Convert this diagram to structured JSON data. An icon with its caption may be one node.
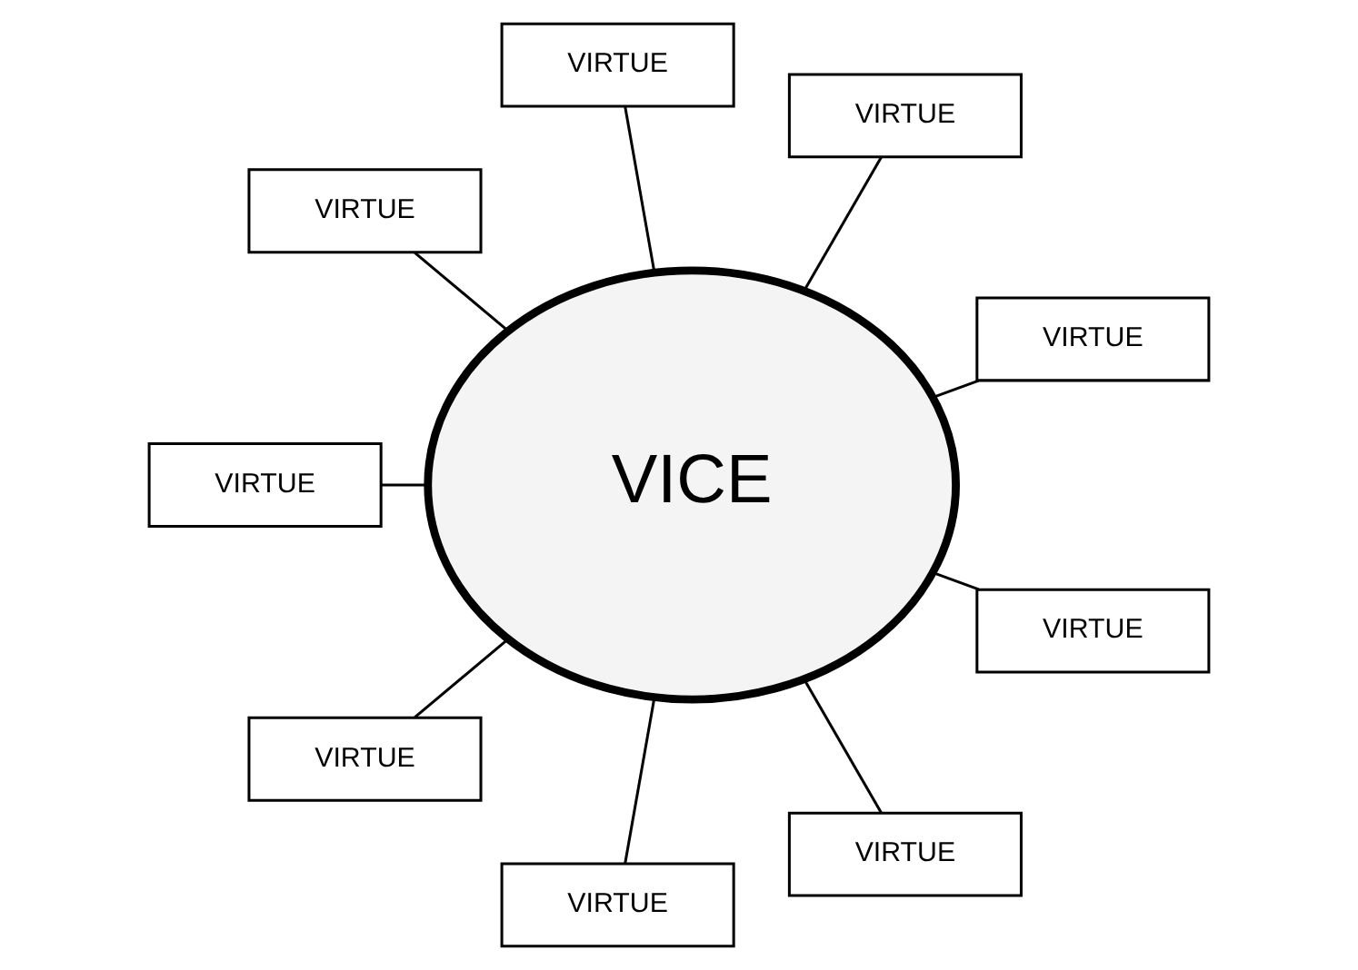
{
  "diagram": {
    "nodes": [
      {
        "text": [
          "VICE"
        ]
      },
      {
        "text": [
          "VIRTUE"
        ]
      },
      {
        "text": [
          "VIRTUE"
        ]
      },
      {
        "text": [
          "VIRTUE"
        ]
      },
      {
        "text": [
          "VIRTUE"
        ]
      },
      {
        "text": [
          "VIRTUE"
        ]
      },
      {
        "text": [
          "VIRTUE"
        ]
      },
      {
        "text": [
          "VIRTUE"
        ]
      },
      {
        "text": [
          "VIRTUE"
        ]
      },
      {
        "text": [
          "VIRTUE"
        ]
      }
    ],
    "edges": [
      {
        "from": 0,
        "to": 1,
        "arrow": "none"
      },
      {
        "from": 0,
        "to": 2,
        "arrow": "none"
      },
      {
        "from": 0,
        "to": 3,
        "arrow": "none"
      },
      {
        "from": 0,
        "to": 5,
        "arrow": "none"
      },
      {
        "from": 0,
        "to": 7,
        "arrow": "none"
      },
      {
        "from": 0,
        "to": 9,
        "arrow": "none"
      },
      {
        "from": 0,
        "to": 8,
        "arrow": "none"
      },
      {
        "from": 0,
        "to": 6,
        "arrow": "none"
      },
      {
        "from": 0,
        "to": 4,
        "arrow": "none"
      }
    ]
  }
}
